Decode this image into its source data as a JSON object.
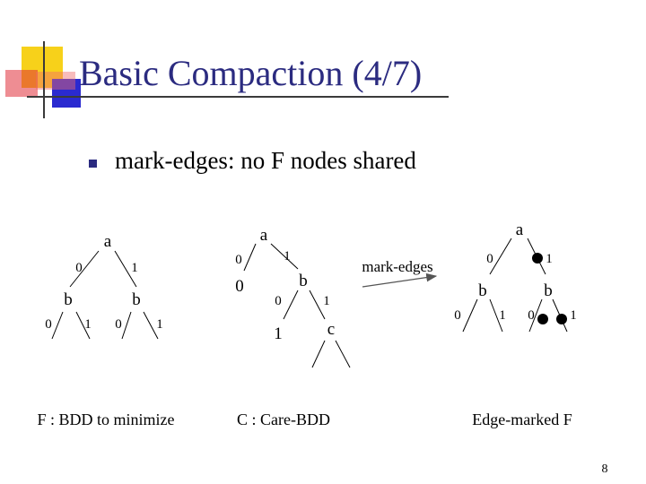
{
  "slide": {
    "title": "Basic Compaction (4/7)",
    "bullet": "mark-edges: no F nodes shared",
    "page_number": "8",
    "colors": {
      "title": "#2b2b80",
      "accent_yellow": "#f7d11a",
      "accent_blue": "#2a2ad0",
      "accent_red": "#e0303a",
      "bullet": "#2b2b80"
    },
    "bullet_icon": "square-bullet"
  },
  "diagram_f": {
    "caption": "F : BDD to minimize",
    "root": "a",
    "left_child": "b",
    "right_child": "b",
    "edge_root_left": "0",
    "edge_root_right": "1",
    "edge_b1_left": "0",
    "edge_b1_right": "1",
    "edge_b2_left": "0",
    "edge_b2_right": "1"
  },
  "diagram_c": {
    "caption": "C : Care-BDD",
    "root": "a",
    "left_terminal": "0",
    "b_node": "b",
    "b_terminal": "1",
    "c_node": "c",
    "edge_root_left": "0",
    "edge_root_right": "1",
    "edge_b_left": "0",
    "edge_b_right": "1"
  },
  "arrow": {
    "label": "mark-edges"
  },
  "diagram_marked": {
    "caption": "Edge-marked F",
    "root": "a",
    "left_child": "b",
    "right_child": "b",
    "edge_root_left": "0",
    "edge_root_right": "1",
    "edge_b1_left": "0",
    "edge_b1_right": "1",
    "edge_b2_left": "0",
    "edge_b2_right": "1"
  }
}
